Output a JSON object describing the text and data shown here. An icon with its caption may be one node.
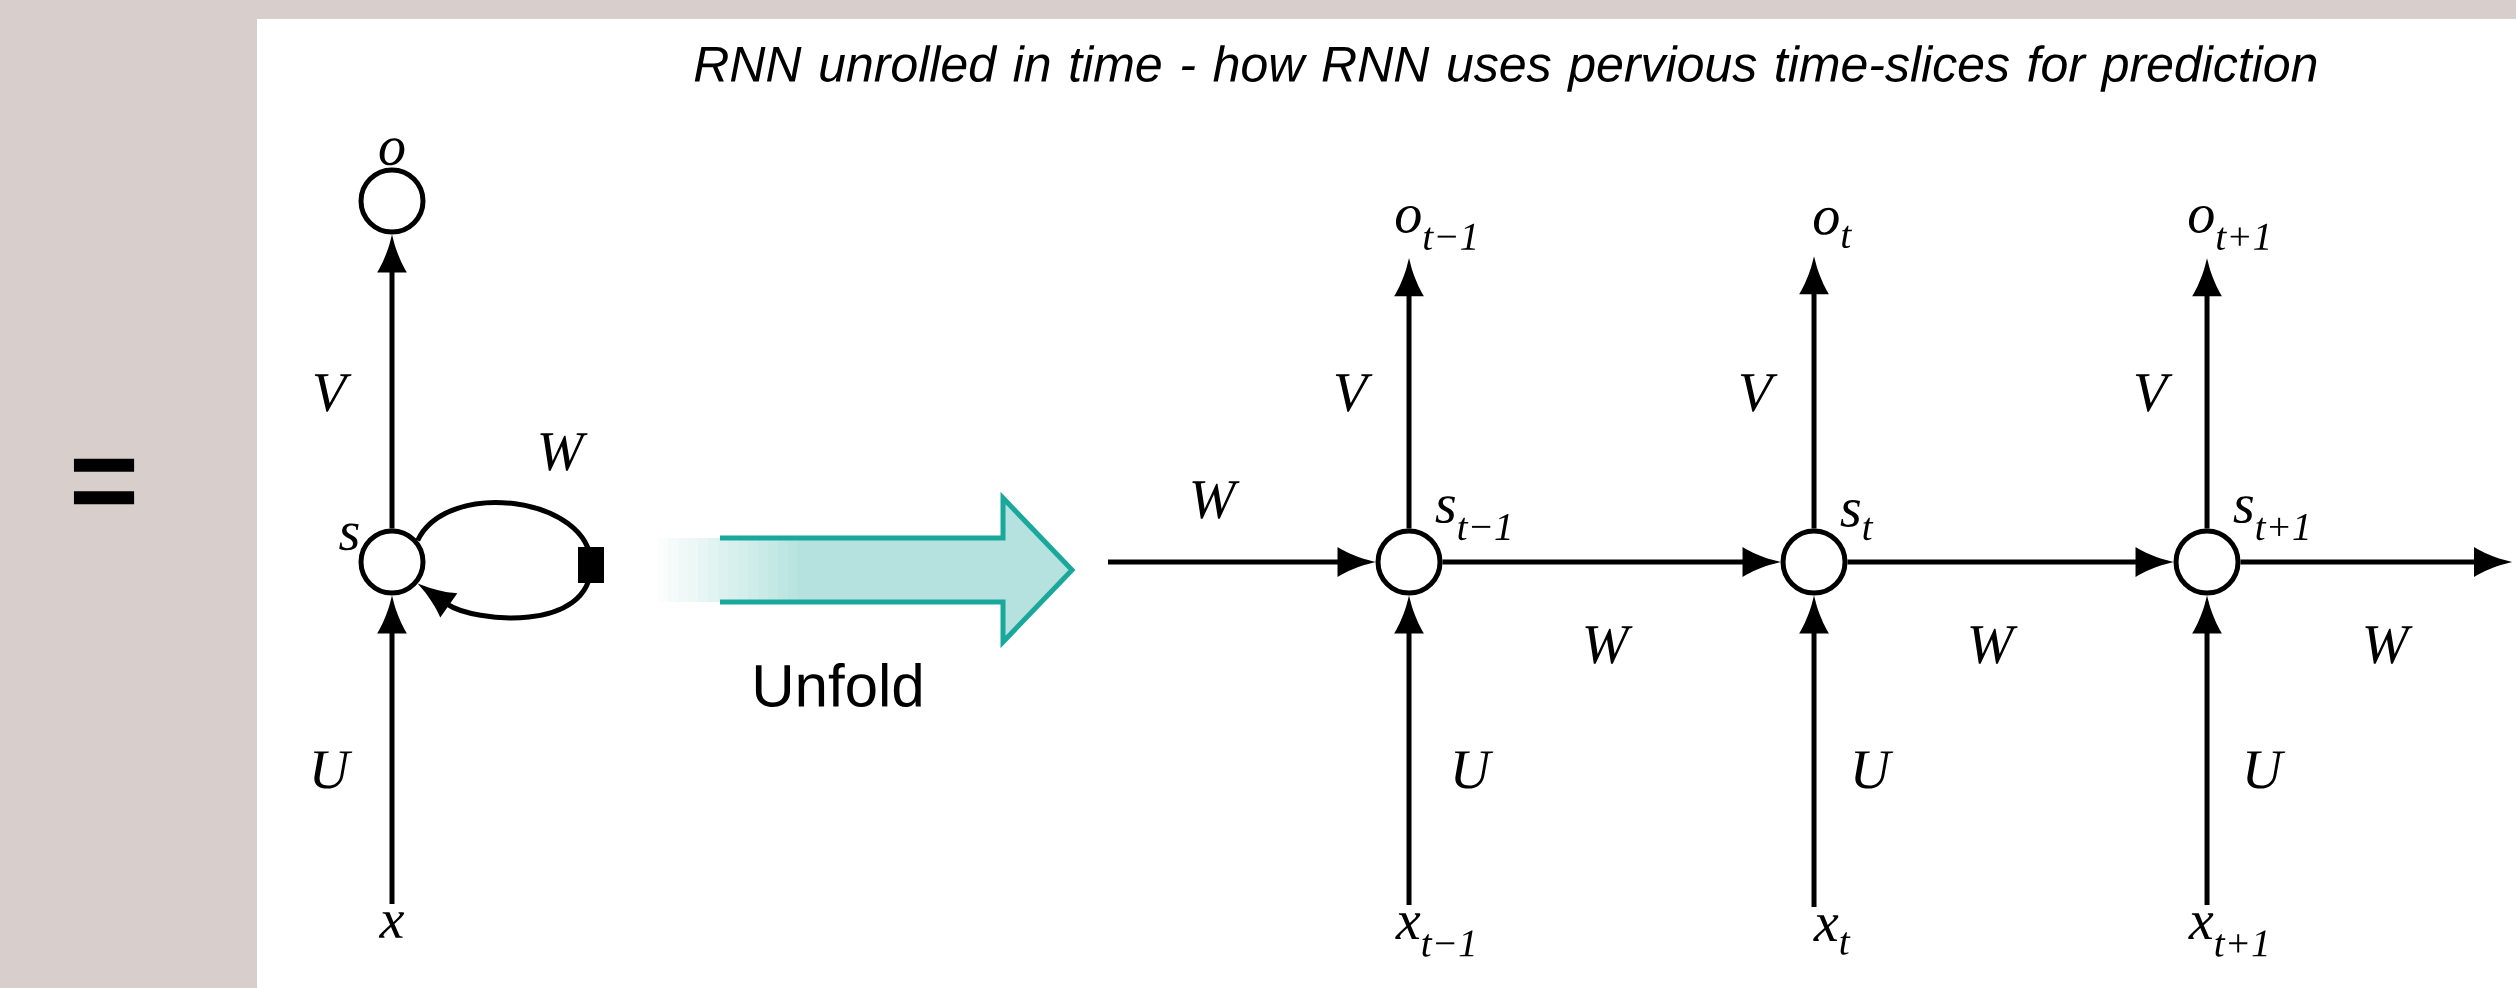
{
  "diagram": {
    "title": "RNN unrolled in time - how RNN uses pervious time-slices for prediction",
    "nodes": [
      {
        "text": [
          "o"
        ]
      },
      {
        "text": [
          "s"
        ]
      },
      {
        "text": [
          "x"
        ]
      },
      {
        "text": [
          "s$_{t−1}$"
        ]
      },
      {
        "text": [
          "s$_{t}$"
        ]
      },
      {
        "text": [
          "s$_{t+1}$"
        ]
      },
      {
        "text": [
          "o$_{t−1}$"
        ]
      },
      {
        "text": [
          "o$_{t}$"
        ]
      },
      {
        "text": [
          "o$_{t+1}$"
        ]
      },
      {
        "text": [
          "x$_{t−1}$"
        ]
      },
      {
        "text": [
          "x$_{t}$"
        ]
      },
      {
        "text": [
          "x$_{t+1}$"
        ]
      }
    ],
    "edges": [
      {
        "from": 1,
        "to": 0,
        "arrow": "to",
        "label": "V"
      },
      {
        "from": 2,
        "to": 1,
        "arrow": "to",
        "label": "U"
      },
      {
        "from": 1,
        "to": 1,
        "arrow": "to",
        "label": "W"
      },
      {
        "from": null,
        "to": 3,
        "arrow": "to",
        "label": "W"
      },
      {
        "from": 3,
        "to": 4,
        "arrow": "to",
        "label": "W"
      },
      {
        "from": 4,
        "to": 5,
        "arrow": "to",
        "label": "W"
      },
      {
        "from": 5,
        "to": null,
        "arrow": "to",
        "label": "W"
      },
      {
        "from": 3,
        "to": 6,
        "arrow": "to",
        "label": "V"
      },
      {
        "from": 4,
        "to": 7,
        "arrow": "to",
        "label": "V"
      },
      {
        "from": 5,
        "to": 8,
        "arrow": "to",
        "label": "V"
      },
      {
        "from": 9,
        "to": 3,
        "arrow": "to",
        "label": "U"
      },
      {
        "from": 10,
        "to": 4,
        "arrow": "to",
        "label": "U"
      },
      {
        "from": 11,
        "to": 5,
        "arrow": "to",
        "label": "U"
      }
    ],
    "labels": [
      "=",
      "Unfold"
    ]
  }
}
